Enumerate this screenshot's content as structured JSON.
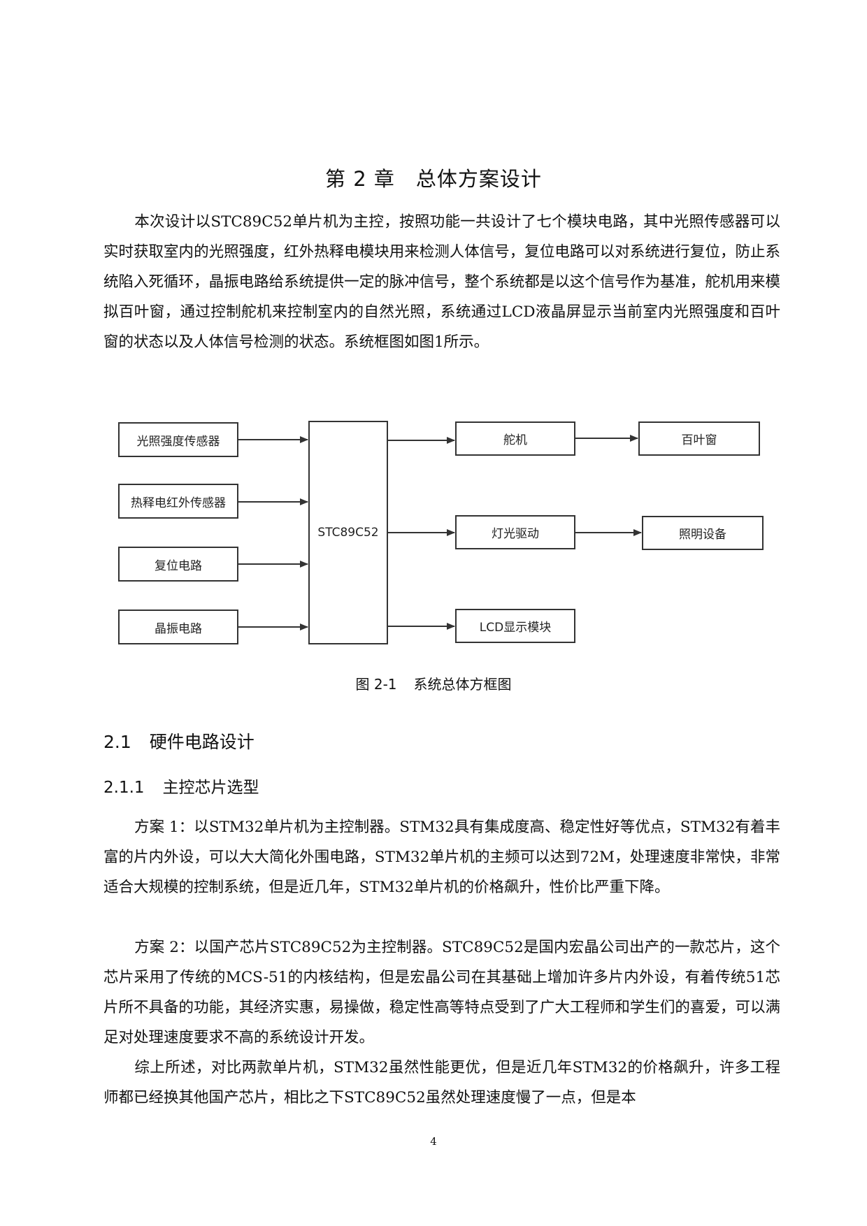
{
  "chapter": {
    "title": "第 2 章　总体方案设计"
  },
  "intro_paragraph": "本次设计以STC89C52单片机为主控，按照功能一共设计了七个模块电路，其中光照传感器可以实时获取室内的光照强度，红外热释电模块用来检测人体信号，复位电路可以对系统进行复位，防止系统陷入死循环，晶振电路给系统提供一定的脉冲信号，整个系统都是以这个信号作为基准，舵机用来模拟百叶窗，通过控制舵机来控制室内的自然光照，系统通过LCD液晶屏显示当前室内光照强度和百叶窗的状态以及人体信号检测的状态。系统框图如图1所示。",
  "diagram": {
    "inputs": [
      "光照强度传感器",
      "热释电红外传感器",
      "复位电路",
      "晶振电路"
    ],
    "controller": "STC89C52",
    "outputs": [
      "舵机",
      "灯光驱动",
      "LCD显示模块"
    ],
    "terminals": [
      "百叶窗",
      "照明设备"
    ],
    "edges": [
      [
        "光照强度传感器",
        "STC89C52"
      ],
      [
        "热释电红外传感器",
        "STC89C52"
      ],
      [
        "复位电路",
        "STC89C52"
      ],
      [
        "晶振电路",
        "STC89C52"
      ],
      [
        "STC89C52",
        "舵机"
      ],
      [
        "STC89C52",
        "灯光驱动"
      ],
      [
        "STC89C52",
        "LCD显示模块"
      ],
      [
        "舵机",
        "百叶窗"
      ],
      [
        "灯光驱动",
        "照明设备"
      ]
    ],
    "line_color": "#333333"
  },
  "figure_caption": {
    "number": "图 2-1",
    "text": "系统总体方框图"
  },
  "section_2_1": {
    "number": "2.1",
    "title": "硬件电路设计"
  },
  "section_2_1_1": {
    "number": "2.1.1",
    "title": "主控芯片选型"
  },
  "paragraphs": [
    "方案 1：以STM32单片机为主控制器。STM32具有集成度高、稳定性好等优点，STM32有着丰富的片内外设，可以大大简化外围电路，STM32单片机的主频可以达到72M，处理速度非常快，非常适合大规模的控制系统，但是近几年，STM32单片机的价格飙升，性价比严重下降。",
    "方案 2：以国产芯片STC89C52为主控制器。STC89C52是国内宏晶公司出产的一款芯片，这个芯片采用了传统的MCS-51的内核结构，但是宏晶公司在其基础上增加许多片内外设，有着传统51芯片所不具备的功能，其经济实惠，易操做，稳定性高等特点受到了广大工程师和学生们的喜爱，可以满足对处理速度要求不高的系统设计开发。",
    "综上所述，对比两款单片机，STM32虽然性能更优，但是近几年STM32的价格飙升，许多工程师都已经换其他国产芯片，相比之下STC89C52虽然处理速度慢了一点，但是本"
  ],
  "page_number": "4"
}
